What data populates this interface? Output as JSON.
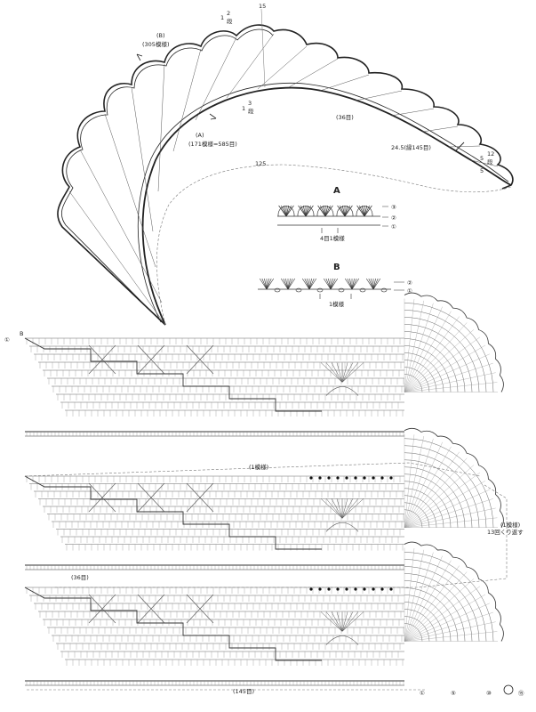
{
  "diagram": {
    "labels": {
      "b_marker": "(B)",
      "b_count": "(305模様)",
      "a_marker": "(A)",
      "a_count": "(171模様=585目)",
      "top_15": "15",
      "top_12_num": "1",
      "top_12_frac": "2",
      "top_12_unit": "段",
      "mid_13_num": "1",
      "mid_13_frac": "3",
      "mid_13_unit": "段",
      "label_36": "(36目)",
      "dim_245": "24.5(縁145目)",
      "tip_5a": "5",
      "tip_5b": "5",
      "tip_12": "12",
      "tip_unit": "段",
      "dim_125": "125"
    },
    "legend_a": {
      "title": "A",
      "caption": "4目1模様",
      "rows": [
        "③",
        "②",
        "①"
      ]
    },
    "legend_b": {
      "title": "B",
      "caption": "1模様",
      "rows": [
        "②",
        "①"
      ]
    },
    "chart": {
      "start_mark": "①",
      "row_b": "B",
      "repeat_label": "(1模様)",
      "side_repeat_1": "(1模様)",
      "side_repeat_2": "13回くり返す",
      "label_36b": "(36目)",
      "label_145": "(145目)",
      "bottom_marks": [
        "①",
        "⑤",
        "⑩",
        "⑮"
      ]
    }
  }
}
